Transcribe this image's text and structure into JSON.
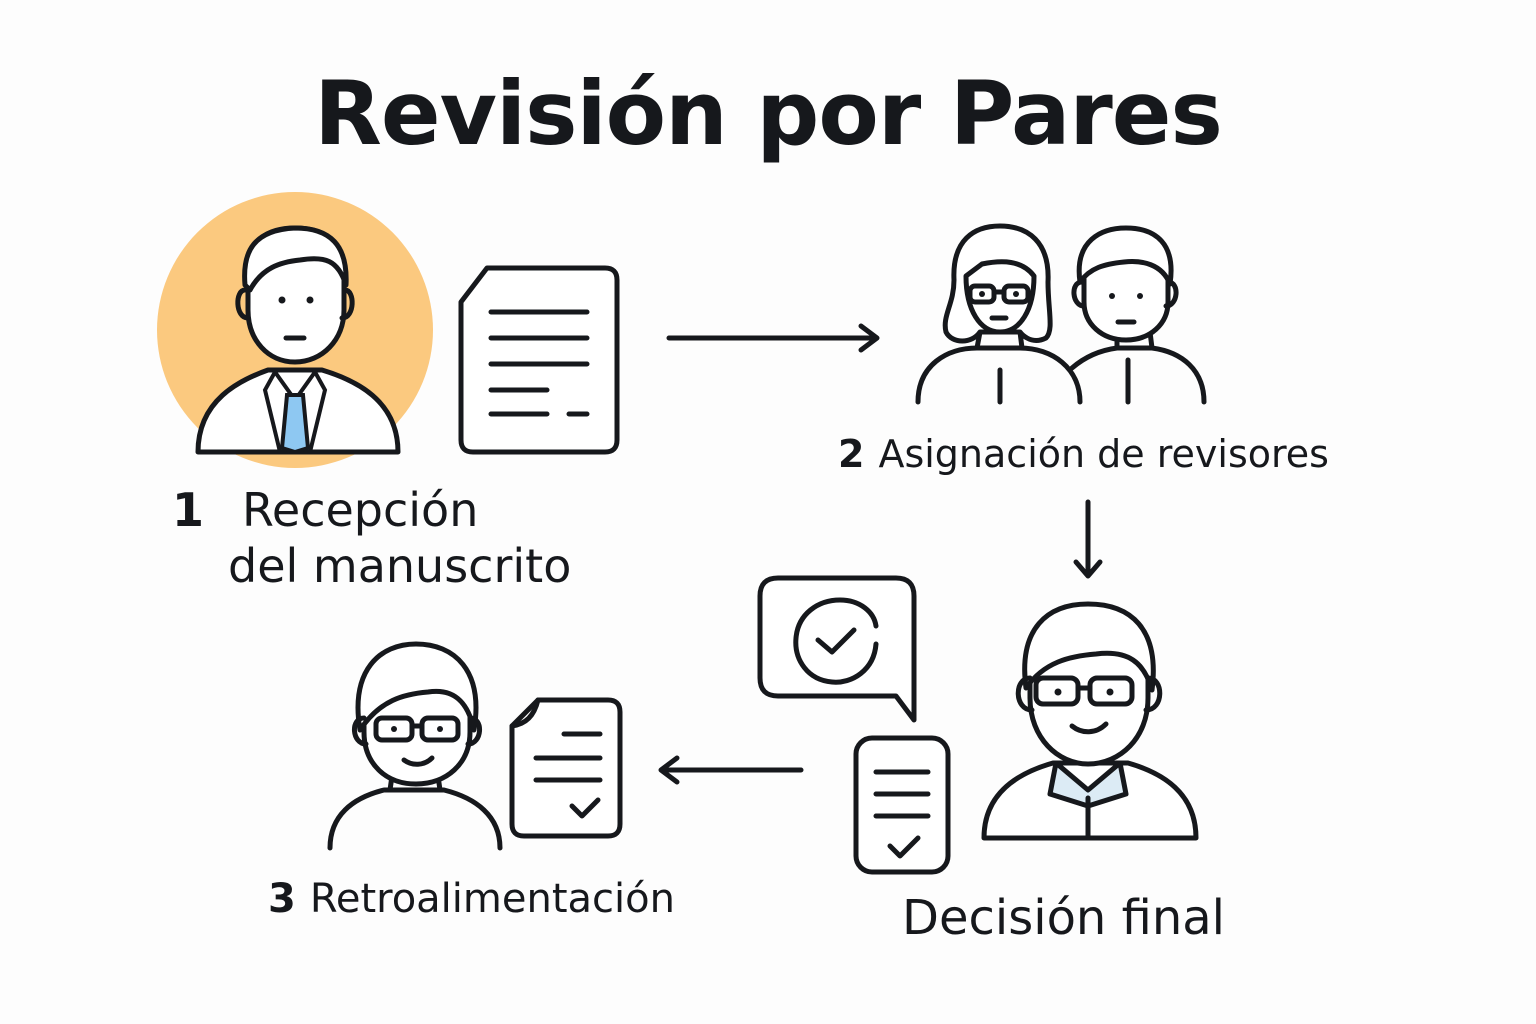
{
  "title": "Revisión por Pares",
  "steps": [
    {
      "number": "1",
      "label_line1": "Recepción",
      "label_line2": "del manuscrito"
    },
    {
      "number": "2",
      "label": "Asignación de revisores"
    },
    {
      "number": "3",
      "label": "Retroalimentación"
    },
    {
      "label": "Decisión final"
    }
  ],
  "colors": {
    "accent_circle": "#fbc97f",
    "tie": "#8ec8f2",
    "ink": "#16181c"
  },
  "icons": [
    "author-icon",
    "manuscript-icon",
    "reviewers-icon",
    "reviewer-feedback-icon",
    "feedback-document-icon",
    "approval-bubble-icon",
    "checked-document-icon",
    "editor-icon"
  ]
}
